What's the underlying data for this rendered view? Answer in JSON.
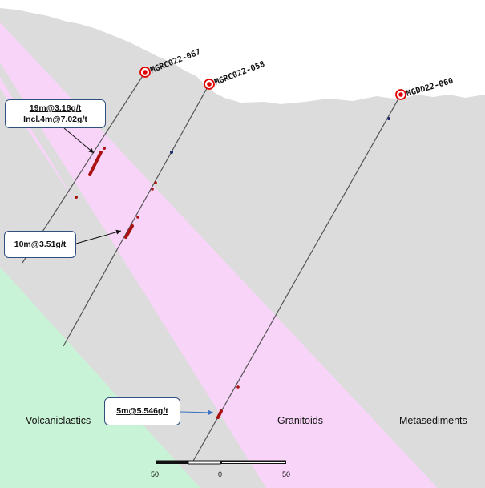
{
  "drillholes": [
    {
      "id": "MGRC022-067"
    },
    {
      "id": "MGRC022-058"
    },
    {
      "id": "MGDD22-060"
    }
  ],
  "intercepts": [
    {
      "line1": "19m@3.18g/t",
      "line2": "Incl.4m@7.02g/t"
    },
    {
      "line1": "10m@3.51g/t"
    },
    {
      "line1": "5m@5.546g/t"
    }
  ],
  "lithologies": {
    "volcaniclastics": "Volcaniclastics",
    "granitoids": "Granitoids",
    "metasediments": "Metasediments"
  },
  "scale_bar": {
    "left": "50",
    "middle": "0",
    "right": "50"
  },
  "colors": {
    "background_rock": "#dcdcdc",
    "sky": "#ffffff",
    "granitoid_dyke": "#f8d4f8",
    "volcaniclastics": "#c9f3d6",
    "intercept": "#aa1111",
    "collar": "#e00000",
    "callout_border": "#2f4f7f"
  }
}
